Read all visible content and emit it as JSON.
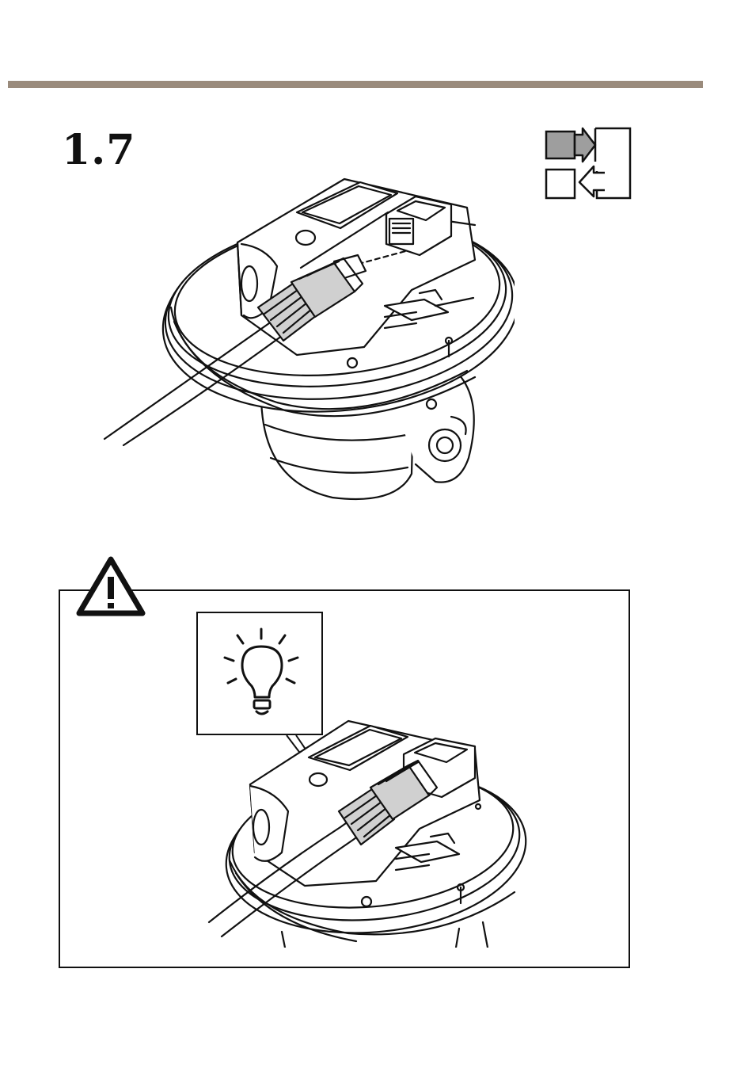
{
  "step": {
    "number": "1.7"
  },
  "colors": {
    "rule": "#9a8b7c",
    "line": "#111111",
    "icon_fill": "#9e9e9e",
    "plug_fill": "#d0d0d0"
  },
  "icons": {
    "io_icon": "input-output-icon",
    "warning_icon": "warning-triangle-icon",
    "bulb_icon": "lightbulb-icon"
  },
  "illustrations": {
    "main": "camera-network-cable-illustration",
    "closeup": "camera-led-closeup-illustration"
  }
}
